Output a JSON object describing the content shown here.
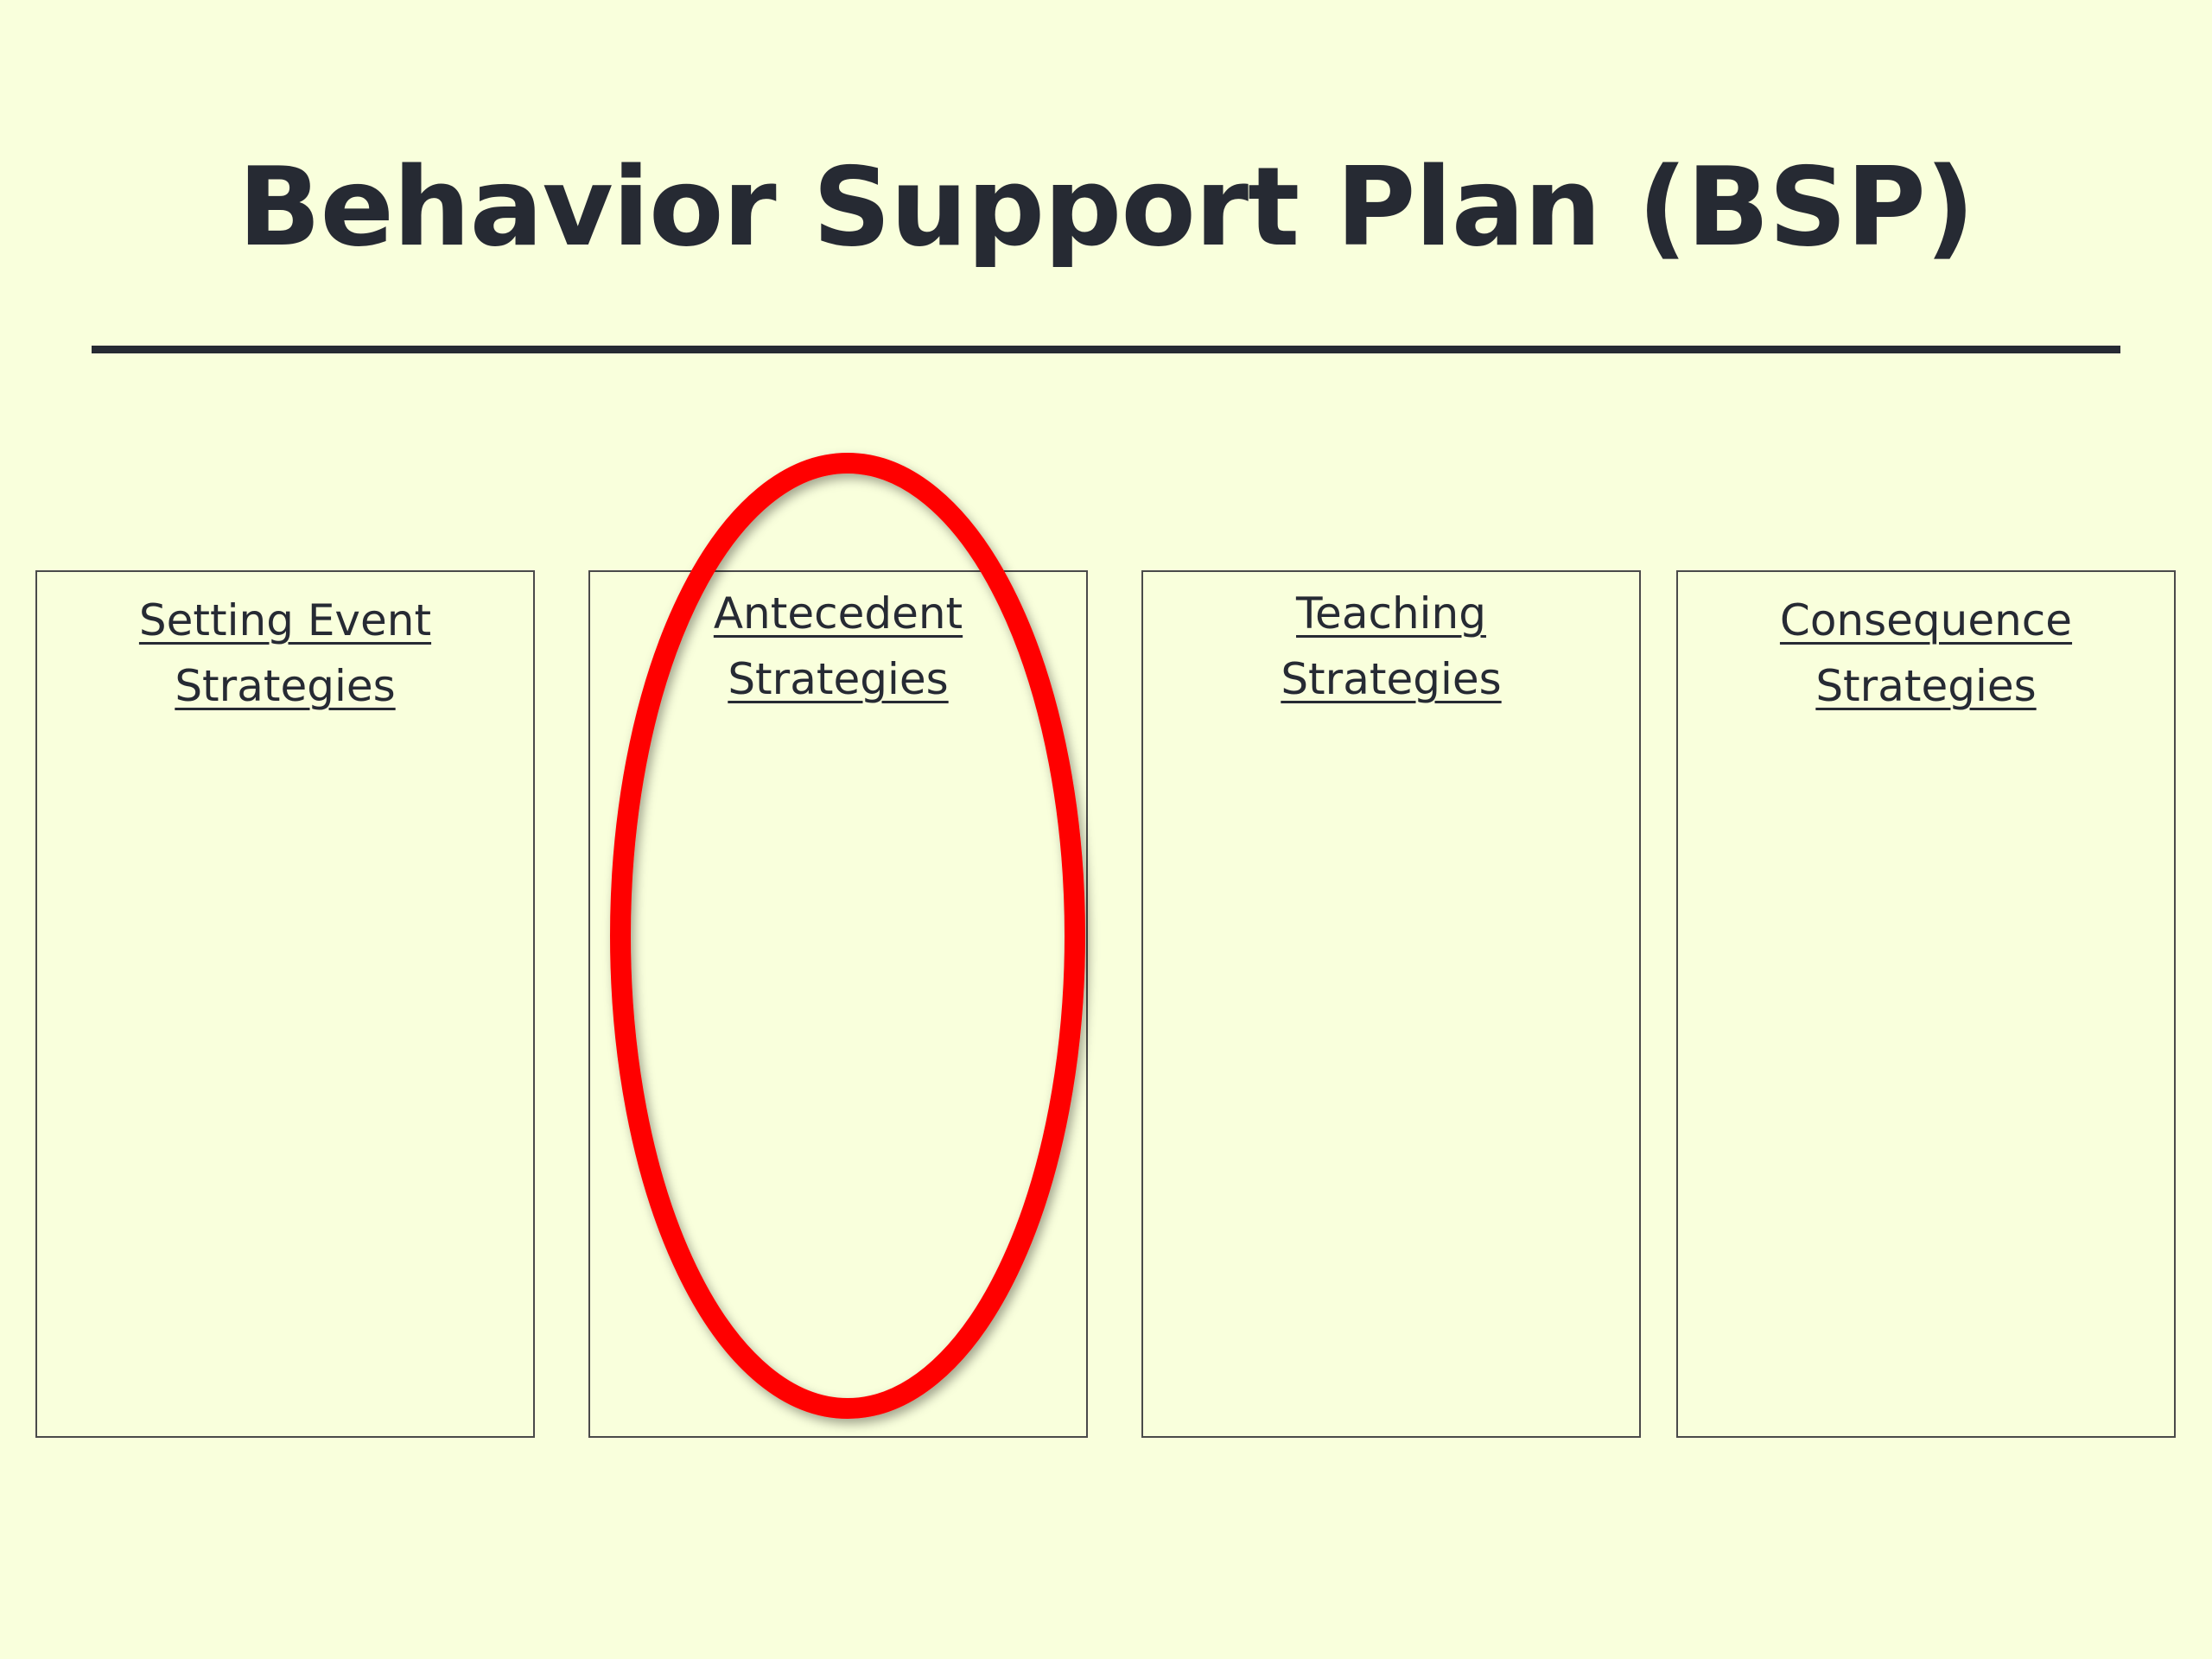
{
  "slide": {
    "title": "Behavior Support Plan (BSP)",
    "columns": [
      {
        "line1": "Setting Event",
        "line2": "Strategies"
      },
      {
        "line1": "Antecedent",
        "line2": "Strategies"
      },
      {
        "line1": "Teaching",
        "line2": "Strategies"
      },
      {
        "line1": "Consequence",
        "line2": "Strategies"
      }
    ],
    "highlight": {
      "shape": "ellipse",
      "color": "#ff0000",
      "target": "Antecedent Strategies"
    },
    "colors": {
      "background": "#f9ffdc",
      "text": "#262a33",
      "border": "#4a4a4a"
    }
  }
}
